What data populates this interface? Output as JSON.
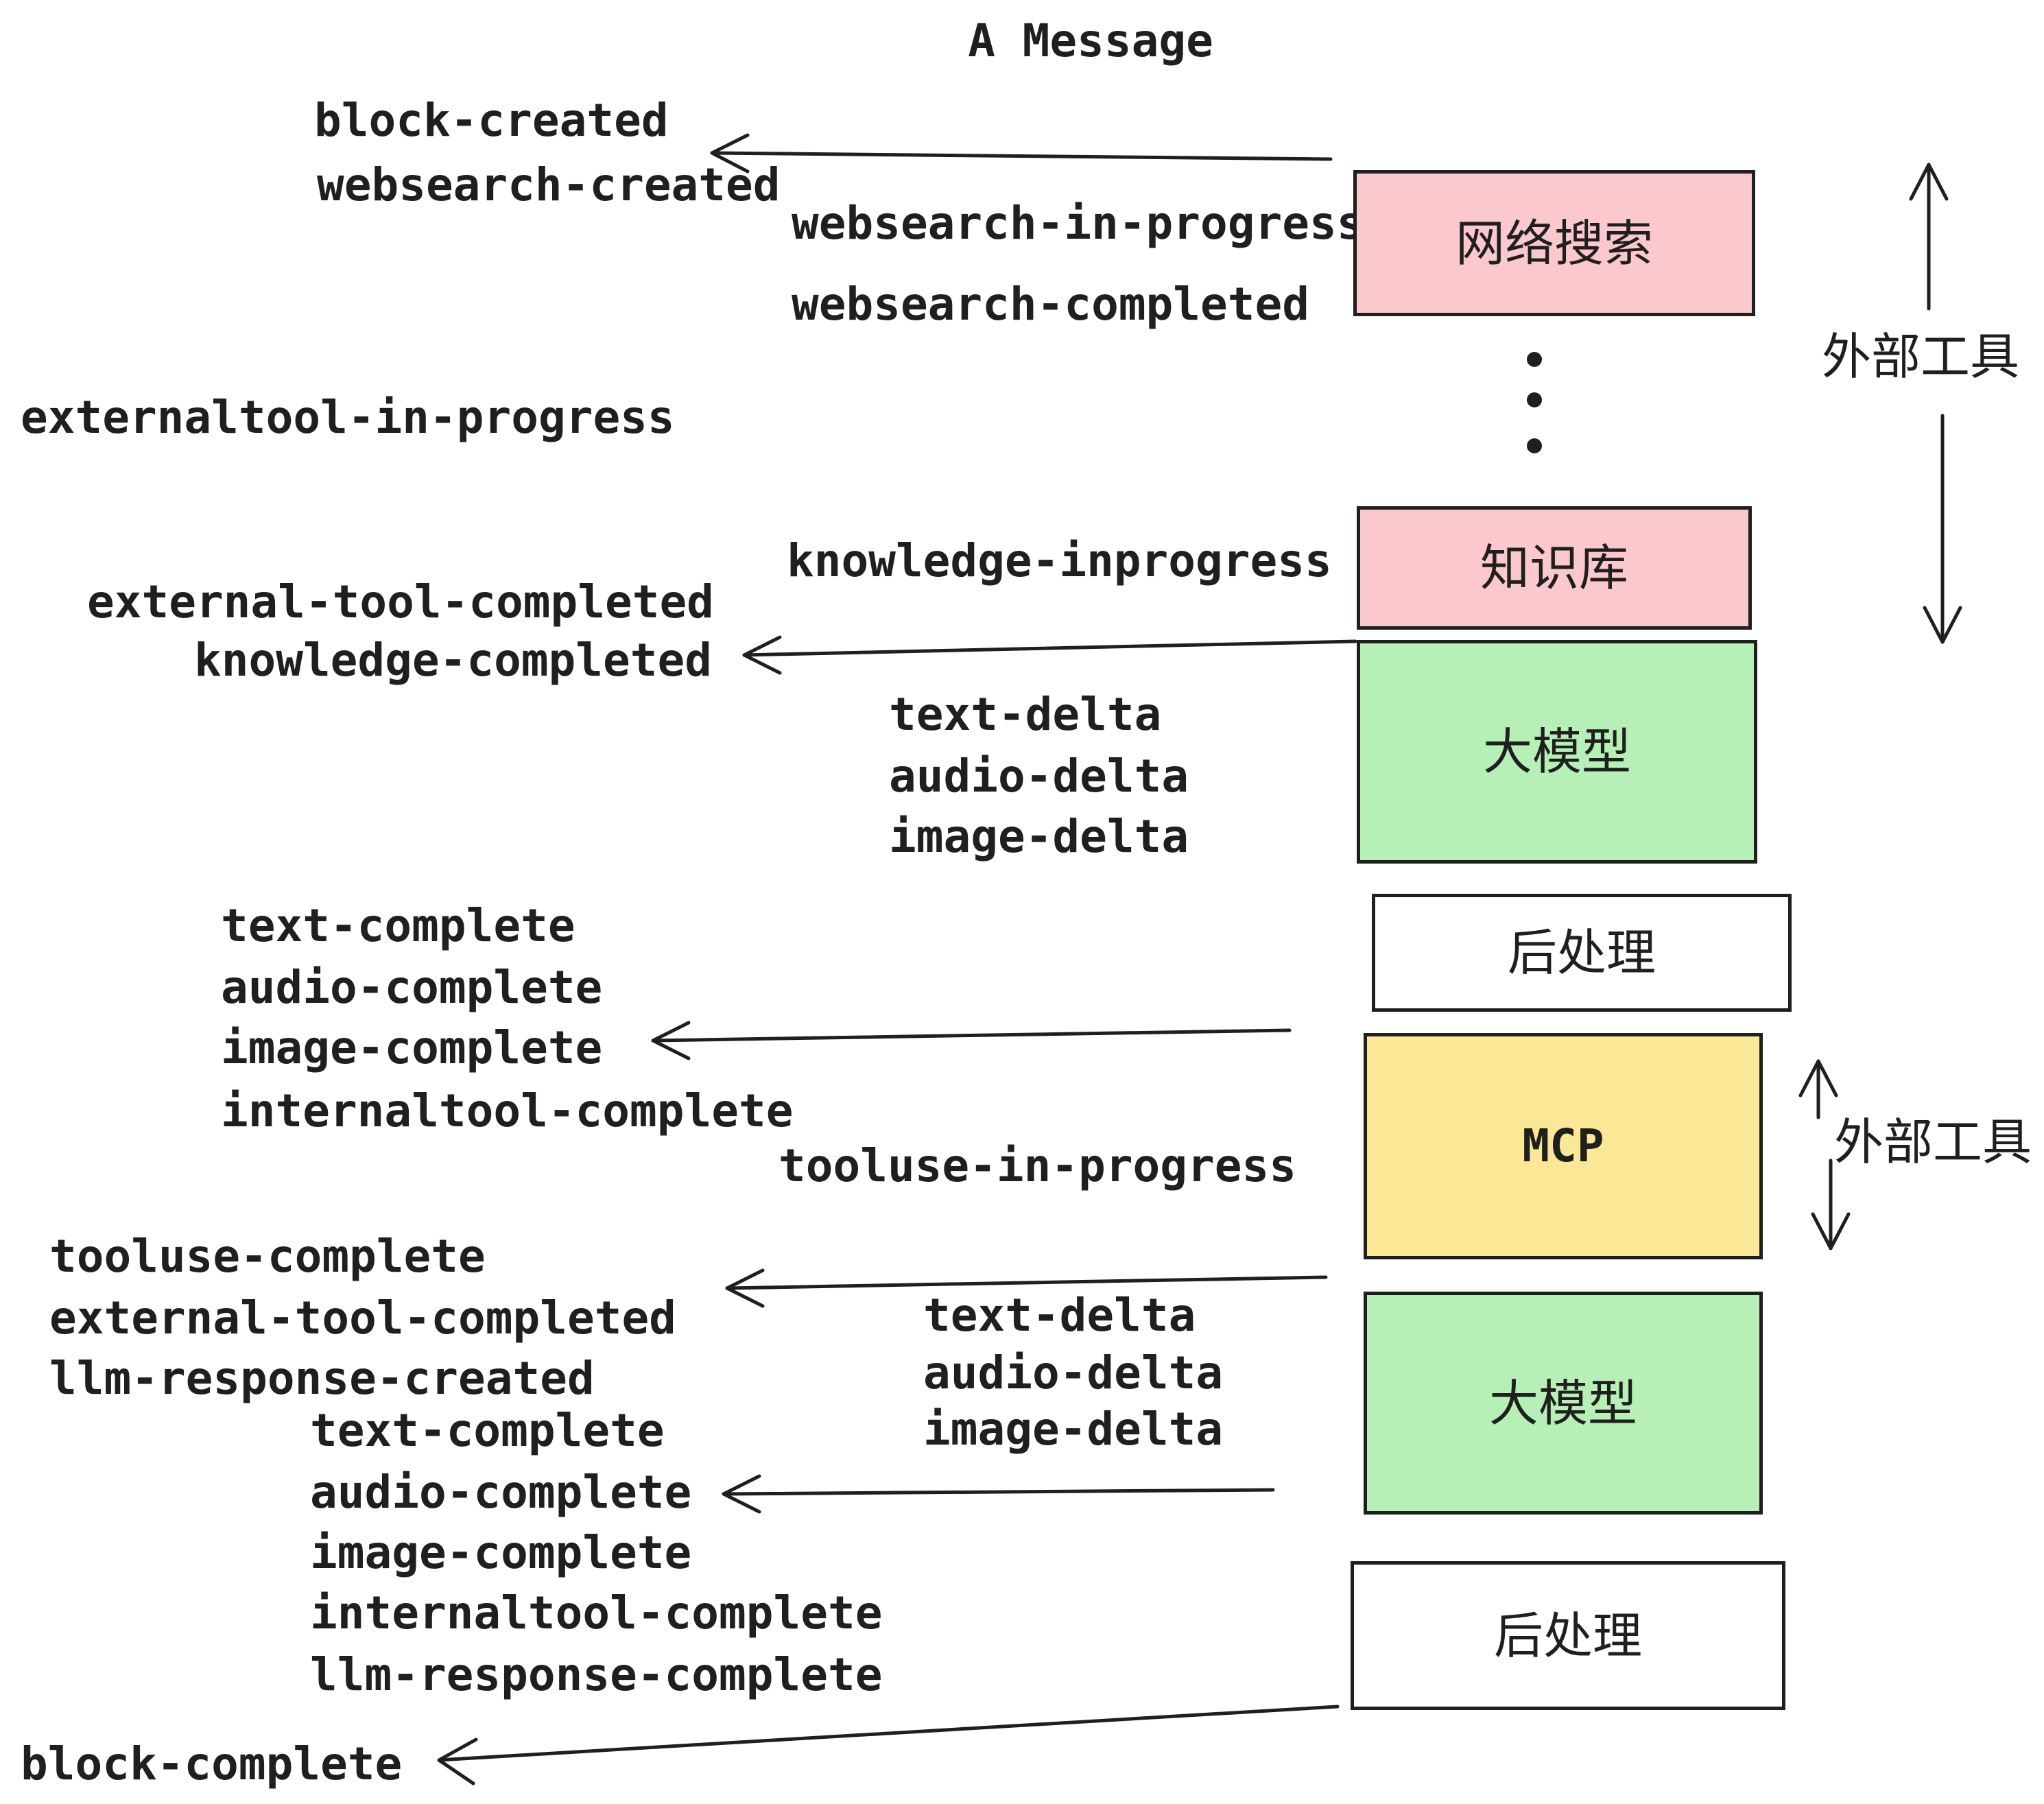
{
  "title": "A Message",
  "events": {
    "block_created": "block-created",
    "websearch_created": "websearch-created",
    "websearch_in_progress": "websearch-in-progress",
    "websearch_completed": "websearch-completed",
    "externaltool_in_progress": "externaltool-in-progress",
    "knowledge_inprogress": "knowledge-inprogress",
    "external_tool_completed_1": "external-tool-completed",
    "knowledge_completed": "knowledge-completed",
    "text_delta_1": "text-delta",
    "audio_delta_1": "audio-delta",
    "image_delta_1": "image-delta",
    "text_complete_1": "text-complete",
    "audio_complete_1": "audio-complete",
    "image_complete_1": "image-complete",
    "internaltool_complete_1": "internaltool-complete",
    "tooluse_in_progress": "tooluse-in-progress",
    "tooluse_complete": "tooluse-complete",
    "external_tool_completed_2": "external-tool-completed",
    "llm_response_created": "llm-response-created",
    "text_complete_2": "text-complete",
    "audio_complete_2": "audio-complete",
    "image_complete_2": "image-complete",
    "internaltool_complete_2": "internaltool-complete",
    "llm_response_complete": "llm-response-complete",
    "block_complete": "block-complete"
  },
  "boxes": [
    {
      "id": "websearch",
      "label": "网络搜索",
      "fill": "#FBC9CD"
    },
    {
      "id": "knowledge",
      "label": "知识库",
      "fill": "#FBC9CD"
    },
    {
      "id": "llm_1",
      "label": "大模型",
      "fill": "#B6F0B6"
    },
    {
      "id": "postprocess_1",
      "label": "后处理",
      "fill": "#FFFFFF"
    },
    {
      "id": "mcp",
      "label": "MCP",
      "fill": "#FAE896"
    },
    {
      "id": "llm_2",
      "label": "大模型",
      "fill": "#B6F0B6"
    },
    {
      "id": "postprocess_2",
      "label": "后处理",
      "fill": "#FFFFFF"
    }
  ],
  "annotations": {
    "external_tools_top": "外部工具",
    "external_tools_bottom": "外部工具"
  },
  "colors": {
    "pink": "#FBC9CD",
    "green": "#B6F0B6",
    "yellow": "#FAE896",
    "white": "#FFFFFF",
    "ink": "#1F1F1F"
  }
}
